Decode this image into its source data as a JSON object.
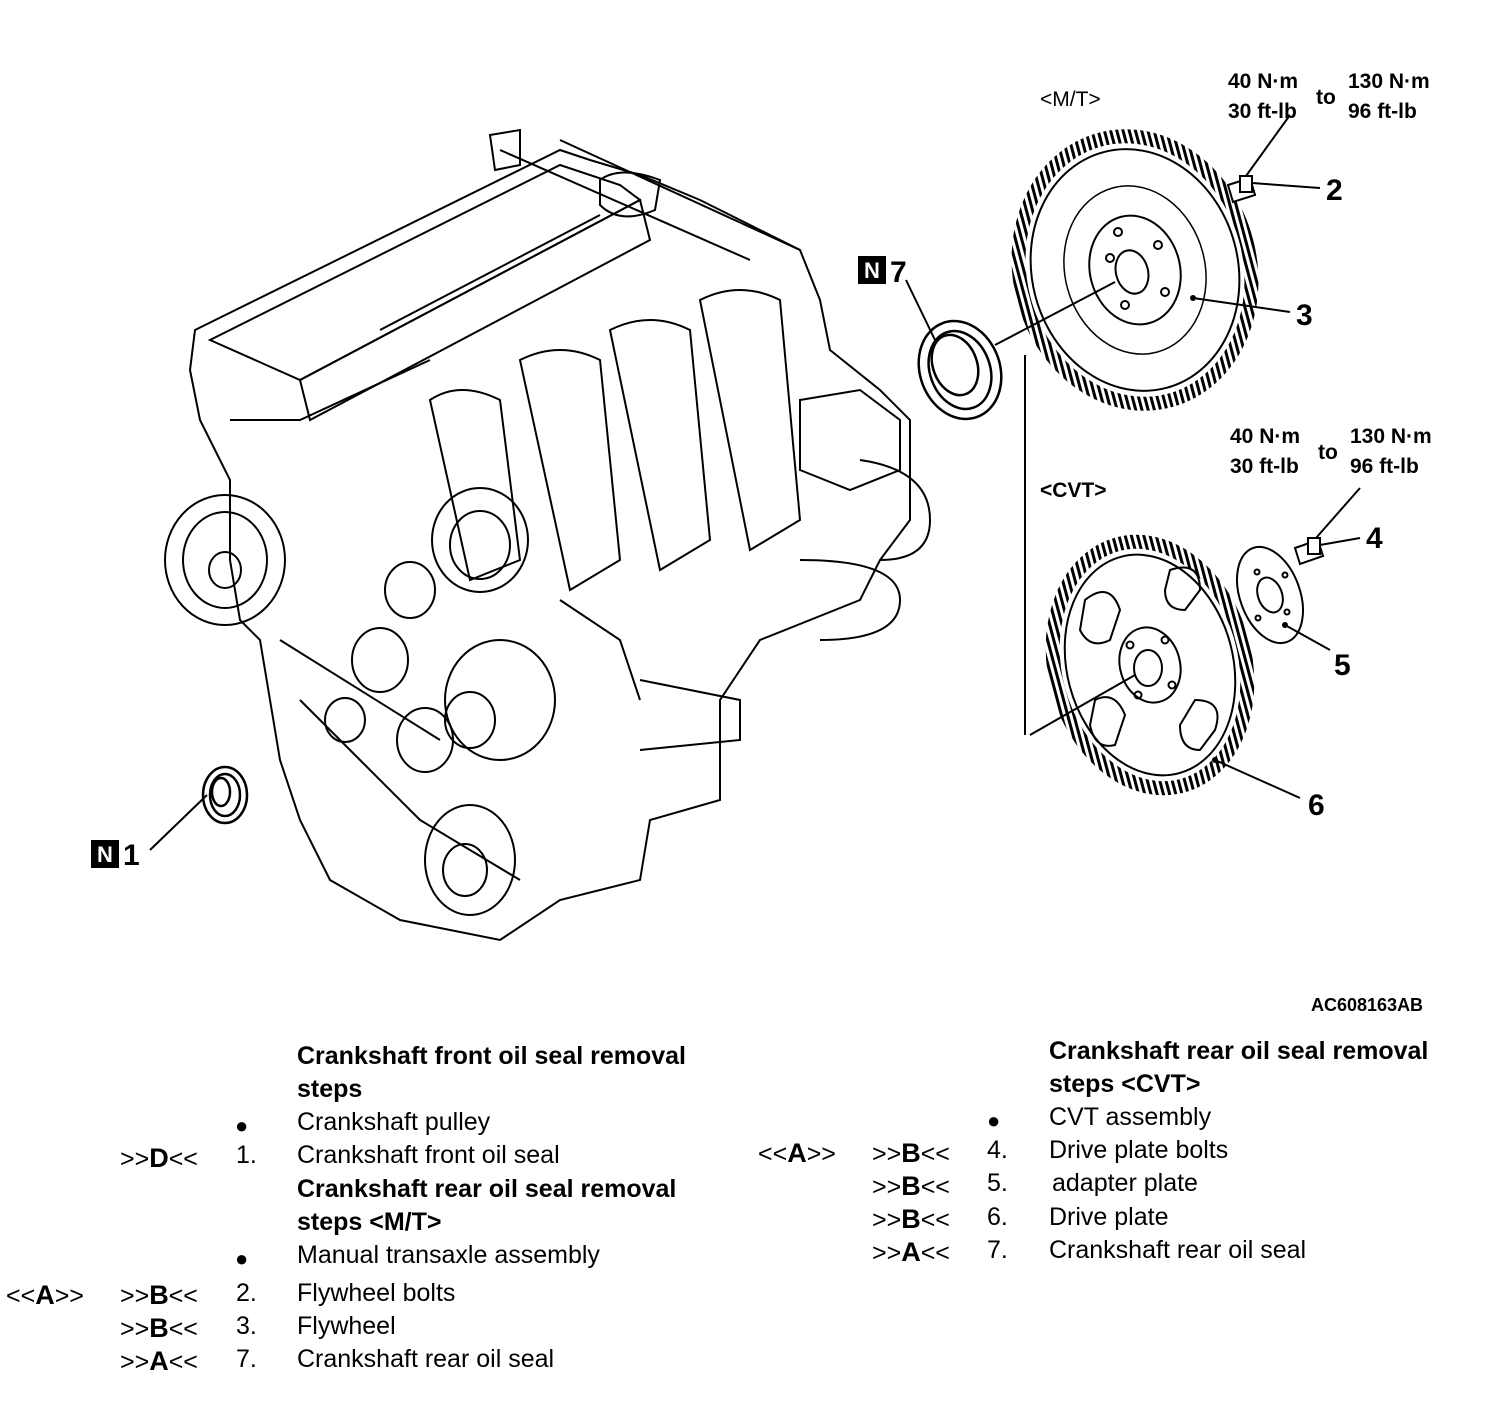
{
  "diagram": {
    "mt_label": "<M/T>",
    "cvt_label": "<CVT>",
    "torque_mt": {
      "a1": "40 N·m",
      "a2": "30 ft-lb",
      "to": "to",
      "b1": "130 N·m",
      "b2": "96 ft-lb"
    },
    "torque_cvt": {
      "a1": "40 N·m",
      "a2": "30 ft-lb",
      "to": "to",
      "b1": "130 N·m",
      "b2": "96 ft-lb"
    },
    "callouts": {
      "n1": "1",
      "n2": "2",
      "n3": "3",
      "n4": "4",
      "n5": "5",
      "n6": "6",
      "n7": "7"
    },
    "new_part_mark": "N",
    "reference_code": "AC608163AB"
  },
  "steps_left": {
    "front_heading_1": "Crankshaft front oil seal removal",
    "front_heading_2": "steps",
    "row_pulley": {
      "bullet": "●",
      "text": "Crankshaft pulley"
    },
    "row_1": {
      "marker_pre": ">>",
      "marker_letter": "D",
      "marker_post": "<<",
      "num": "1.",
      "text": "Crankshaft front oil seal"
    },
    "rear_heading_1": "Crankshaft rear oil seal removal",
    "rear_heading_2": "steps <M/T>",
    "row_mt": {
      "bullet": "●",
      "text": "Manual transaxle assembly"
    },
    "row_2": {
      "note_pre": "<<",
      "note_letter": "A",
      "note_post": ">>",
      "marker_pre": ">>",
      "marker_letter": "B",
      "marker_post": "<<",
      "num": "2.",
      "text": "Flywheel bolts"
    },
    "row_3": {
      "marker_pre": ">>",
      "marker_letter": "B",
      "marker_post": "<<",
      "num": "3.",
      "text": "Flywheel"
    },
    "row_7": {
      "marker_pre": ">>",
      "marker_letter": "A",
      "marker_post": "<<",
      "num": "7.",
      "text": "Crankshaft rear oil seal"
    }
  },
  "steps_right": {
    "heading_1": "Crankshaft rear oil seal removal",
    "heading_2": "steps <CVT>",
    "row_cvt": {
      "bullet": "●",
      "text": "CVT assembly"
    },
    "row_4": {
      "note_pre": "<<",
      "note_letter": "A",
      "note_post": ">>",
      "marker_pre": ">>",
      "marker_letter": "B",
      "marker_post": "<<",
      "num": "4.",
      "text": "Drive plate bolts"
    },
    "row_5": {
      "marker_pre": ">>",
      "marker_letter": "B",
      "marker_post": "<<",
      "num": "5.",
      "text": "adapter plate"
    },
    "row_6": {
      "marker_pre": ">>",
      "marker_letter": "B",
      "marker_post": "<<",
      "num": "6.",
      "text": "Drive plate"
    },
    "row_7": {
      "marker_pre": ">>",
      "marker_letter": "A",
      "marker_post": "<<",
      "num": "7.",
      "text": "Crankshaft rear oil seal"
    }
  }
}
